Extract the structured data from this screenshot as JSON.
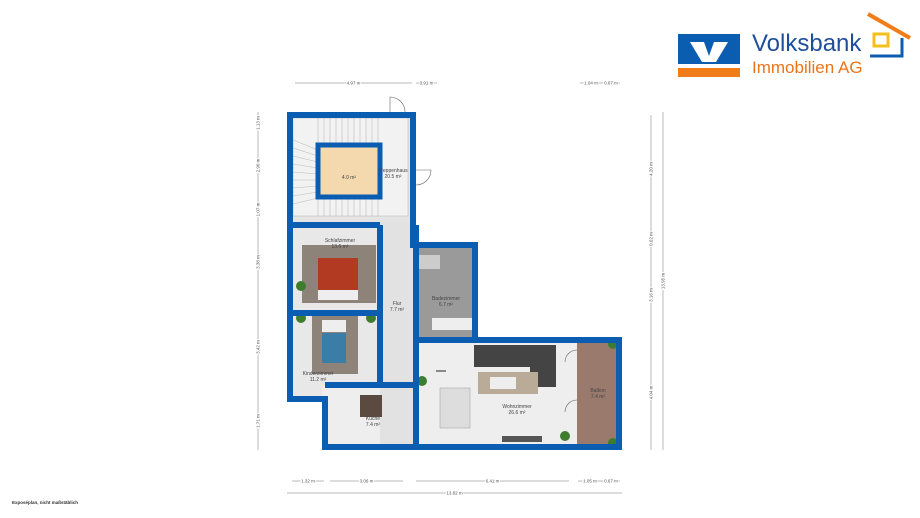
{
  "logo": {
    "line1": "Volksbank",
    "line2": "Immobilien AG",
    "colors": {
      "blue": "#0a5db0",
      "orange": "#f07d1a"
    }
  },
  "rooms": [
    {
      "id": "treppenhaus",
      "name": "Treppenhaus",
      "area": "20.5 m²"
    },
    {
      "id": "abstell",
      "name": "",
      "area": "4.0 m²"
    },
    {
      "id": "schlafzimmer",
      "name": "Schlafzimmer",
      "area": "13.6 m²"
    },
    {
      "id": "flur",
      "name": "Flur",
      "area": "7.7 m²"
    },
    {
      "id": "badezimmer",
      "name": "Badezimmer",
      "area": "6.7 m²"
    },
    {
      "id": "kinderzimmer",
      "name": "Kinderzimmer",
      "area": "11.2 m²"
    },
    {
      "id": "kueche",
      "name": "Küche",
      "area": "7.4 m²"
    },
    {
      "id": "wohnzimmer",
      "name": "Wohnzimmer",
      "area": "26.6 m²"
    },
    {
      "id": "balkon",
      "name": "Balkon",
      "area": "7.4 m²"
    }
  ],
  "dimensions": {
    "top": [
      "4.97 m",
      "0.91 m",
      "1.04 m",
      "0.67 m"
    ],
    "bottom": [
      "1.32 m",
      "3.06 m",
      "6.41 m",
      "1.05 m",
      "0.67 m"
    ],
    "bottom_total": "13.82 m",
    "left": [
      "1.13 m",
      "2.90 m",
      "1.07 m",
      "3.38 m",
      "3.42 m",
      "1.71 m"
    ],
    "right": [
      "4.20 m",
      "0.62 m",
      "3.16 m",
      "4.04 m"
    ],
    "right_total": "13.95 m"
  },
  "footer": "Exposéplan, nicht maßstäblich",
  "colors": {
    "wall": "#0a5db0",
    "floor": "#e6e6e6",
    "storage": "#f3d9ad",
    "balcony": "#9a7a6c"
  }
}
